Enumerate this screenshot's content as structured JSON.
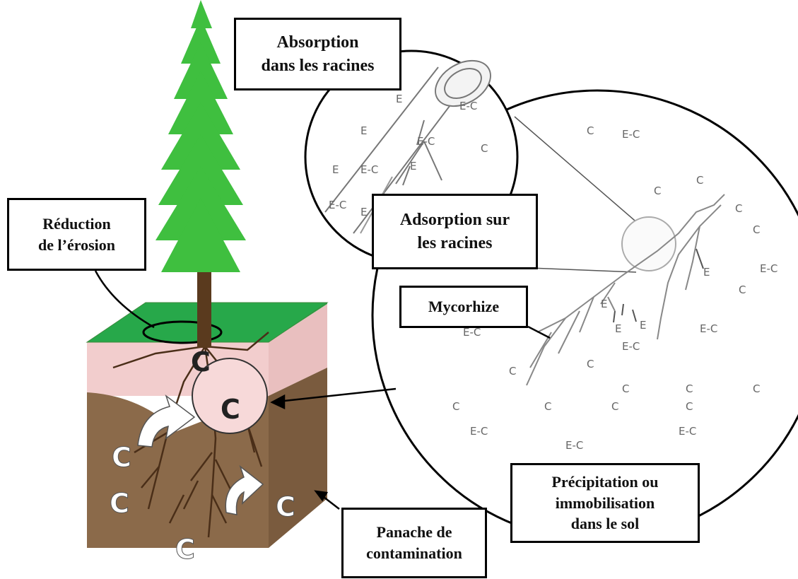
{
  "labels": {
    "absorption": [
      "Absorption",
      "dans les racines"
    ],
    "adsorption": [
      "Adsorption sur",
      "les racines"
    ],
    "reduction": [
      "Réduction",
      "de l’érosion"
    ],
    "mycorhize": [
      "Mycorhize"
    ],
    "precipitation": [
      "Précipitation ou",
      "immobilisation",
      "dans le sol"
    ],
    "panache": [
      "Panache de",
      "contamination"
    ]
  },
  "glyphs": {
    "contaminant": "C",
    "exudate": "E",
    "complex": "E-C"
  },
  "colors": {
    "foliage": "#3fbf3f",
    "grass": "#27a84a",
    "topsoil": "#f2cdcd",
    "subsoil": "#8b6a4a",
    "trunk": "#5a3a1e",
    "outline": "#000000"
  }
}
